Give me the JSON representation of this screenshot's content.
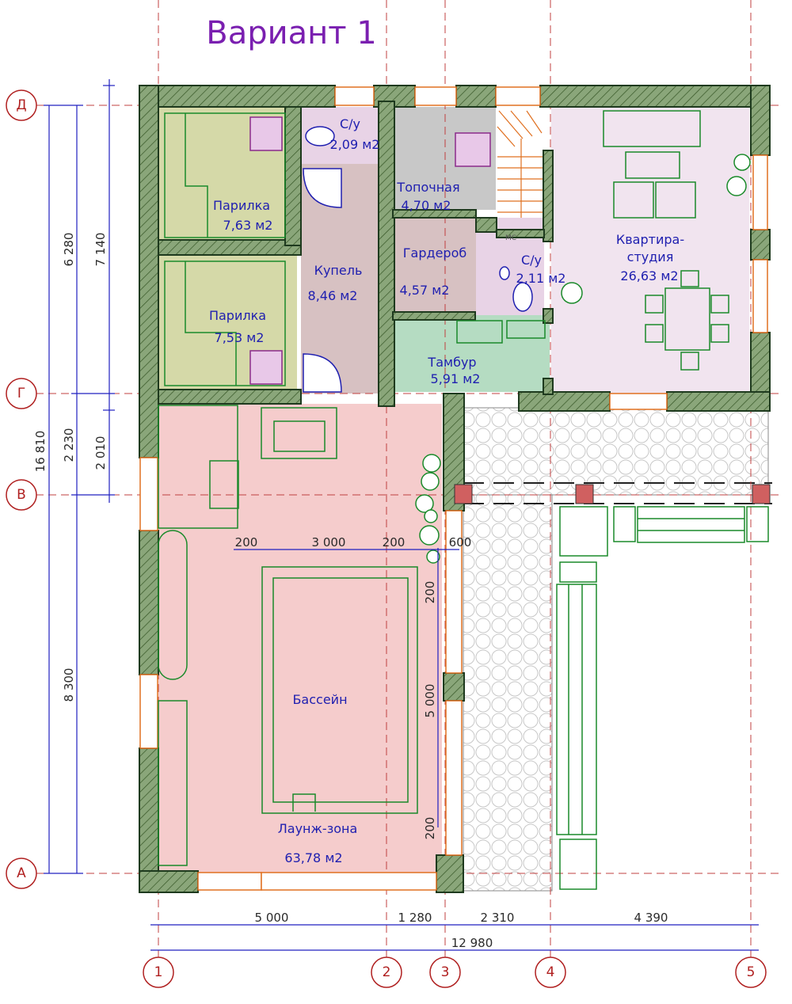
{
  "title": "Вариант 1",
  "rooms": {
    "parilka_top": {
      "name": "Парилка",
      "area": "7,63 м2"
    },
    "parilka_bottom": {
      "name": "Парилка",
      "area": "7,53 м2"
    },
    "su_top": {
      "name": "С/у",
      "area": "2,09 м2"
    },
    "kupel": {
      "name": "Купель",
      "area": "8,46 м2"
    },
    "topochnaya": {
      "name": "Топочная",
      "area": "4,70 м2"
    },
    "garderob": {
      "name": "Гардероб",
      "area": "4,57 м2"
    },
    "su_mid": {
      "name": "С/у",
      "area": "2,11 м2"
    },
    "tambur": {
      "name": "Тамбур",
      "area": "5,91 м2"
    },
    "studio": {
      "name_line1": "Квартира-",
      "name_line2": "студия",
      "area": "26,63 м2"
    },
    "pool": {
      "name": "Бассейн"
    },
    "lounge": {
      "name": "Лаунж-зона",
      "area": "63,78 м2"
    },
    "mc_label": "МС"
  },
  "axes": {
    "rows": [
      "Д",
      "Г",
      "В",
      "А"
    ],
    "cols": [
      "1",
      "2",
      "3",
      "4",
      "5"
    ]
  },
  "dimensions": {
    "left": {
      "total": "16 810",
      "a": "6 280",
      "b": "7 140",
      "c": "2 230",
      "d": "2 010",
      "e": "8 300"
    },
    "bottom": {
      "seg1": "5 000",
      "seg2": "1 280",
      "seg3": "2 310",
      "seg4": "4 390",
      "total": "12 980"
    },
    "pool": {
      "left": "200",
      "width": "3 000",
      "right": "200",
      "gap": "600",
      "top": "200",
      "length": "5 000",
      "bottom": "200"
    }
  }
}
